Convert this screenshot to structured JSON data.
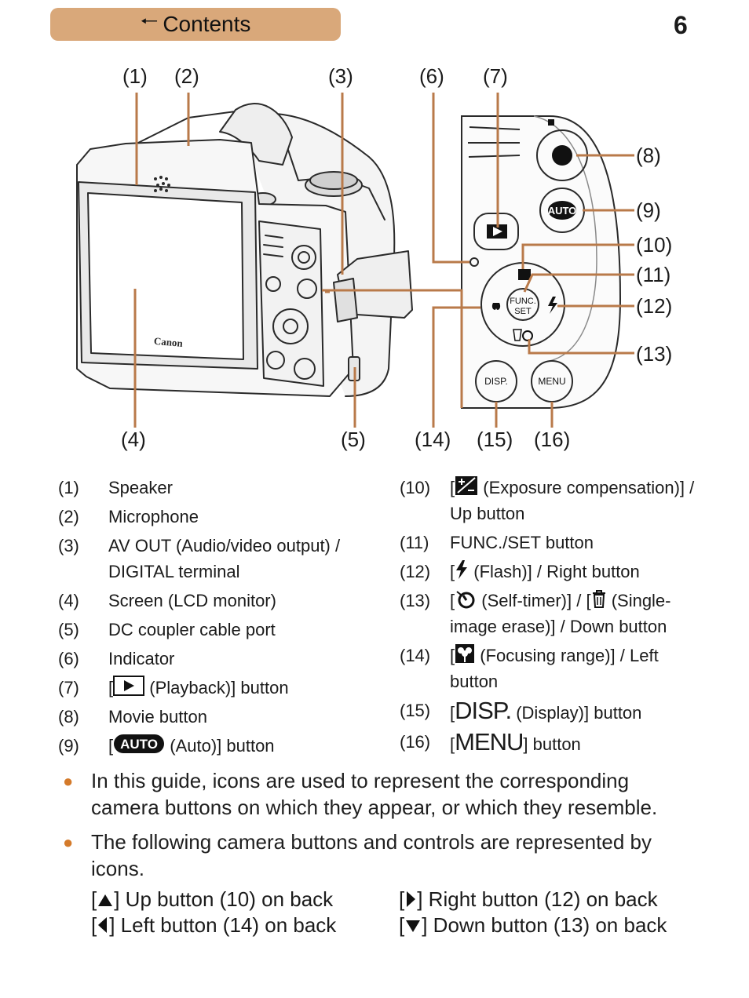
{
  "header": {
    "contents_label": "Contents",
    "page_number": "6"
  },
  "callouts": [
    "(1)",
    "(2)",
    "(3)",
    "(6)",
    "(7)",
    "(8)",
    "(9)",
    "(10)",
    "(11)",
    "(12)",
    "(13)",
    "(4)",
    "(5)",
    "(14)",
    "(15)",
    "(16)"
  ],
  "camera": {
    "brand": "Canon",
    "detail_labels": {
      "func": "FUNC.",
      "set": "SET",
      "disp": "DISP.",
      "menu": "MENU",
      "auto": "AUTO"
    }
  },
  "legend_left": [
    {
      "num": "(1)",
      "text": "Speaker"
    },
    {
      "num": "(2)",
      "text": "Microphone"
    },
    {
      "num": "(3)",
      "line1": "AV OUT (Audio/video output) /",
      "line2": "DIGITAL terminal"
    },
    {
      "num": "(4)",
      "text": "Screen (LCD monitor)"
    },
    {
      "num": "(5)",
      "text": "DC coupler cable port"
    },
    {
      "num": "(6)",
      "text": "Indicator"
    },
    {
      "num": "(7)",
      "pre": "[",
      "post": " (Playback)] button"
    },
    {
      "num": "(8)",
      "text": "Movie button"
    },
    {
      "num": "(9)",
      "pre": "[",
      "post": " (Auto)] button"
    }
  ],
  "legend_right": [
    {
      "num": "(10)",
      "pre": "[",
      "post": " (Exposure compensation)] /",
      "line2": "Up button"
    },
    {
      "num": "(11)",
      "text": "FUNC./SET button"
    },
    {
      "num": "(12)",
      "pre": "[",
      "post": " (Flash)] / Right button"
    },
    {
      "num": "(13)",
      "pre": "[",
      "mid": " (Self-timer)] / [",
      "post": " (Single-",
      "line2": "image erase)] / Down button"
    },
    {
      "num": "(14)",
      "pre": "[",
      "post": " (Focusing range)] / Left",
      "line2": "button"
    },
    {
      "num": "(15)",
      "pre": "[",
      "post": " (Display)] button"
    },
    {
      "num": "(16)",
      "pre": "[",
      "post": "] button"
    }
  ],
  "icon_text": {
    "auto": "AUTO",
    "disp": "DISP.",
    "menu": "MENU"
  },
  "bullets": [
    {
      "line1": "In this guide, icons are used to represent the corresponding",
      "line2": "camera buttons on which they appear, or which they resemble."
    },
    {
      "line1": "The following camera buttons and controls are represented by",
      "line2": "icons."
    }
  ],
  "icon_legend": [
    {
      "pre": "[",
      "post": "] Up button (10) on back"
    },
    {
      "pre": "[",
      "post": "] Right button (12) on back"
    },
    {
      "pre": "[",
      "post": "] Left button (14) on back"
    },
    {
      "pre": "[",
      "post": "] Down button (13) on back"
    }
  ],
  "colors": {
    "accent": "#d9a87a",
    "leader_line": "#b97a4a",
    "bullet": "#d47a2a",
    "text": "#1b1b1b"
  }
}
